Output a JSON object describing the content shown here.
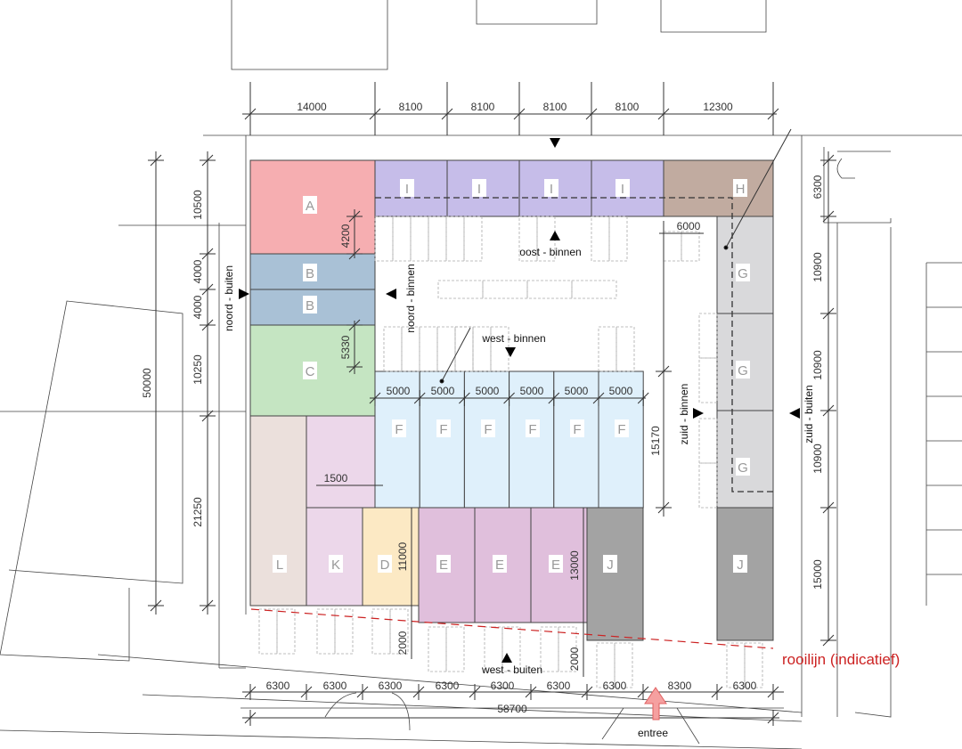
{
  "blocks": {
    "A": "A",
    "B": "B",
    "C": "C",
    "D": "D",
    "E": "E",
    "F": "F",
    "G": "G",
    "H": "H",
    "I": "I",
    "J": "J",
    "K": "K",
    "L": "L"
  },
  "colors": {
    "A": "#f6aeb1",
    "B": "#a9c1d6",
    "C": "#c5e5c2",
    "D": "#fce9c4",
    "E": "#e0bfdc",
    "F": "#dff0fb",
    "G": "#d9d9db",
    "H": "#c1aba0",
    "I": "#c6bde9",
    "J": "#a3a3a3",
    "K": "#ecd7ea",
    "L": "#ebe0dc",
    "rooilijn": "#cc2222",
    "entree_arrow": "#f5a0a0"
  },
  "dimensions": {
    "top": [
      "14000",
      "8100",
      "8100",
      "8100",
      "8100",
      "12300"
    ],
    "left": [
      "10500",
      "4000",
      "4000",
      "10250",
      "21250"
    ],
    "left_total": "50000",
    "right": [
      "6300",
      "10900",
      "10900",
      "10900",
      "15000"
    ],
    "bottom": [
      "6300",
      "6300",
      "6300",
      "6300",
      "6300",
      "6300",
      "6300",
      "8300",
      "6300"
    ],
    "bottom_total": "58700",
    "inner": [
      "4200",
      "5330",
      "6000",
      "1500",
      "11000",
      "13000",
      "2000",
      "2000",
      "15170"
    ],
    "f_widths": [
      "5000",
      "5000",
      "5000",
      "5000",
      "5000",
      "5000"
    ]
  },
  "directions": {
    "oost_binnen": "oost - binnen",
    "noord_binnen": "noord - binnen",
    "west_binnen": "west - binnen",
    "noord_buiten": "noord - buiten",
    "zuid_binnen": "zuid - binnen",
    "zuid_buiten": "zuid - buiten",
    "west_buiten": "west - buiten",
    "entree": "entree"
  },
  "legend": {
    "rooilijn": "rooilijn (indicatief)"
  }
}
